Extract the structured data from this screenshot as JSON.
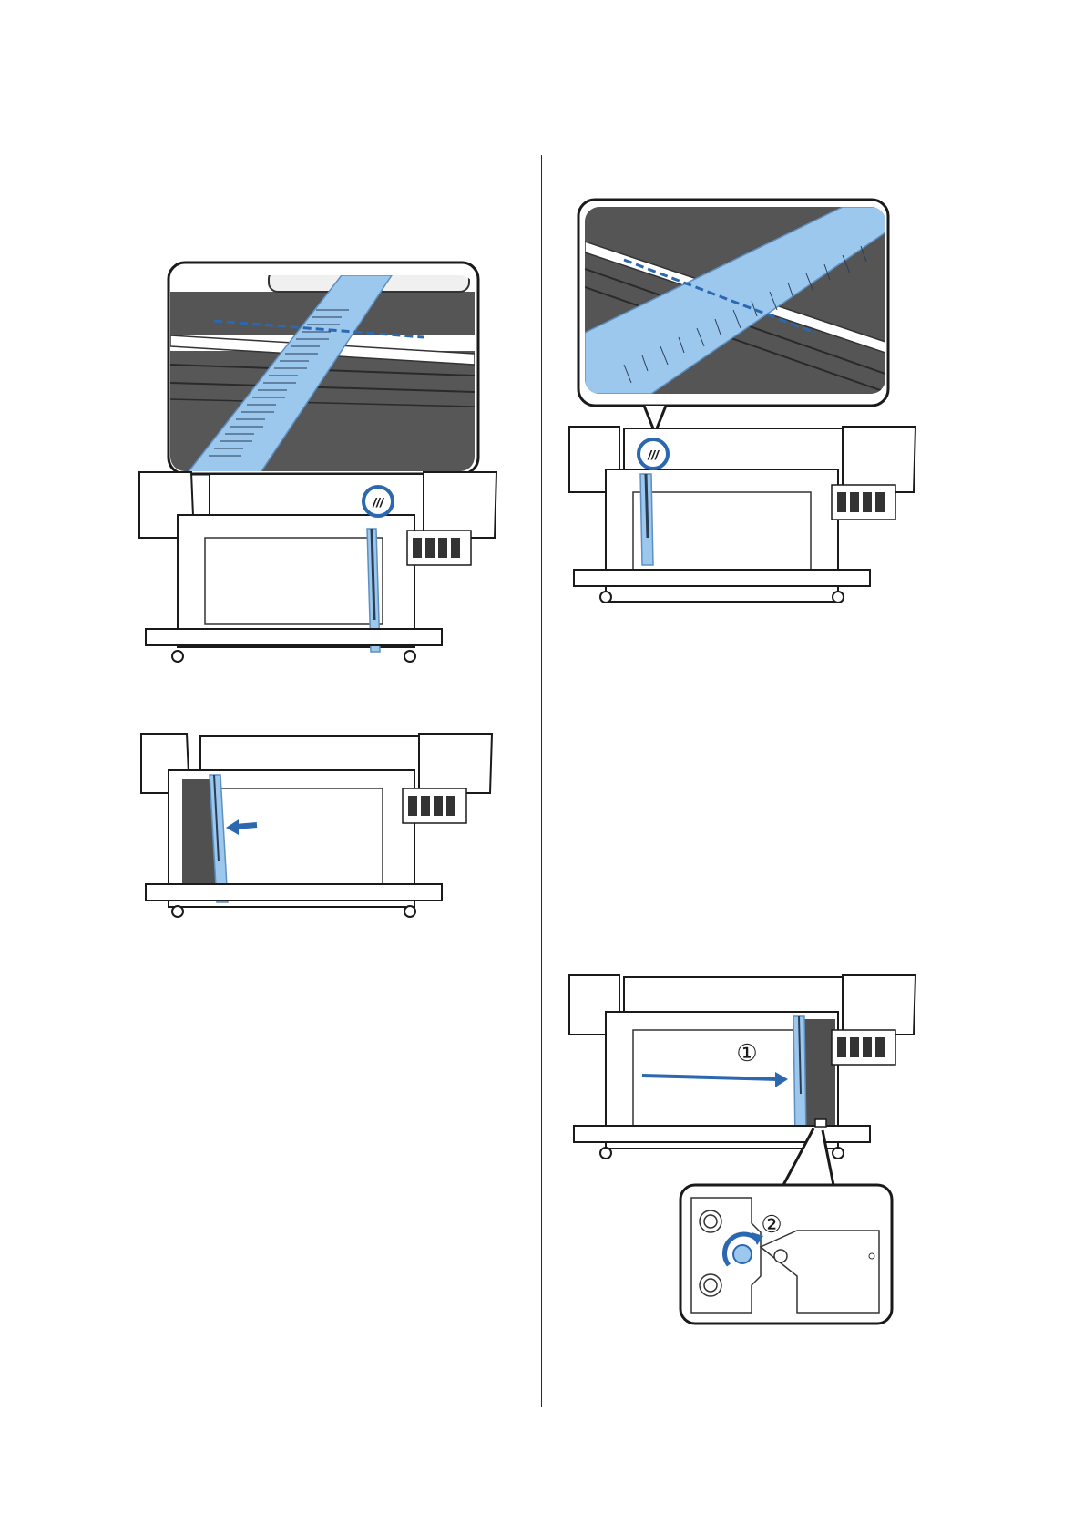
{
  "page": {
    "background": "#ffffff"
  },
  "colors": {
    "ruler": "#9cc8ee",
    "ruler_edge": "#5e8fc0",
    "accent_blue": "#2c68b0",
    "platen_dark": "#505050",
    "outline": "#1a1a1a"
  },
  "figures": [
    {
      "id": "fig-left-top",
      "description_icon": "printer-with-ruler-zoom-callout"
    },
    {
      "id": "fig-left-middle",
      "description_icon": "printer-ruler-moved-left"
    },
    {
      "id": "fig-right-top",
      "description_icon": "printer-with-ruler-zoom-callout-left"
    },
    {
      "id": "fig-right-bottom",
      "description_icon": "printer-ruler-moved-right-with-knob-detail"
    }
  ],
  "step_labels": {
    "one": "①",
    "two": "②"
  }
}
